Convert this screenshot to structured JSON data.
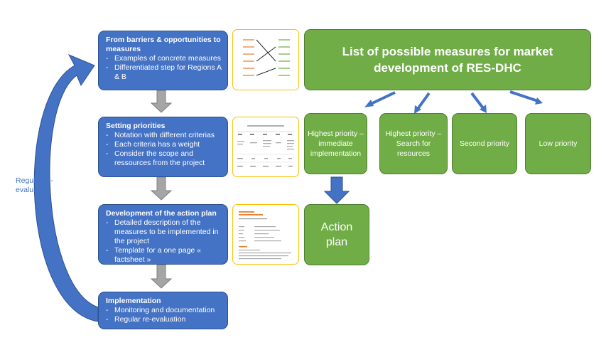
{
  "steps": [
    {
      "title": "From barriers & opportunities to measures",
      "items": [
        "Examples of concrete measures",
        "Differentiated step for Regions A & B"
      ]
    },
    {
      "title": "Setting priorities",
      "items": [
        "Notation with different criterias",
        "Each criteria has a weight",
        "Consider the scope and ressources from the project"
      ]
    },
    {
      "title": "Development of the action plan",
      "items": [
        "Detailed description of the measures to be implemented in the project",
        "Template for a one page « factsheet »"
      ]
    },
    {
      "title": "Implementation",
      "items": [
        "Monitoring and documentation",
        "Regular re-evaluation"
      ]
    }
  ],
  "measures_list": "List of possible measures for market development of RES-DHC",
  "priorities": [
    "Highest priority – immediate implementation",
    "Highest priority – Search for resources",
    "Second priority",
    "Low priority"
  ],
  "action_plan": "Action plan",
  "loop_label": "Regular re-evaluation",
  "colors": {
    "blue": "#4472c4",
    "green": "#70ad47",
    "gray_arrow": "#a5a5a5",
    "thumb_border": "#ffc000"
  }
}
